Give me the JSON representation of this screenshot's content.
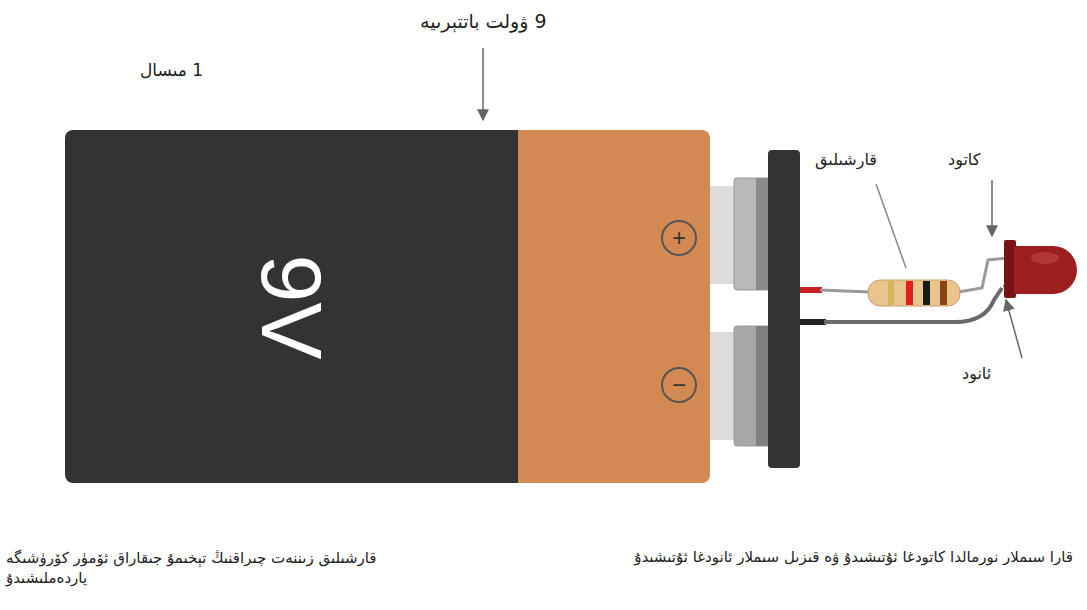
{
  "diagram": {
    "nodes": [
      {
        "text": [
          "9V"
        ]
      },
      {
        "text": [
          "+"
        ],
        "in": 0
      },
      {
        "text": [
          "−"
        ],
        "in": 0
      }
    ],
    "labels": [
      "9 ۋولت باتتېرىيە",
      "1 مىسال",
      "قارشىلىق",
      "كاتود",
      "ئانود",
      "قارشىلىق زىننەت چىراقنىڭ تېخىمۇ جىقاراق ئۆمۈر كۆرۈشىگە ياردەملىشىدۇ",
      "قارا سىملار نورمالدا كاتودغا ئۇتىشىدۇ ۋە قىزىل سىملار ئانودغا ئۇتىشىدۇ"
    ]
  }
}
